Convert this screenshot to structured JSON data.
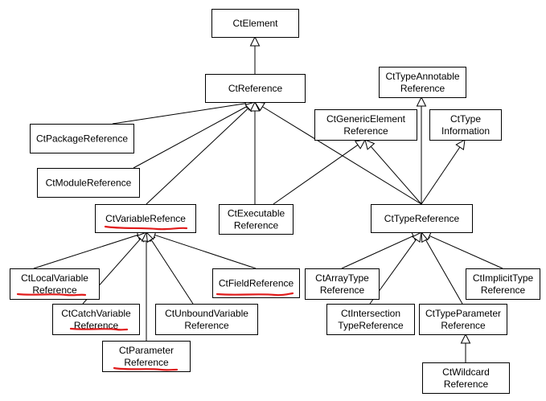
{
  "diagram": {
    "title": "",
    "annotation_color": "#e11b1b",
    "nodes": {
      "ctelement": {
        "lines": [
          "CtElement"
        ]
      },
      "ctreference": {
        "lines": [
          "CtReference"
        ]
      },
      "cttypeannotable": {
        "lines": [
          "CtTypeAnnotable",
          "Reference"
        ]
      },
      "ctgenericelement": {
        "lines": [
          "CtGenericElement",
          "Reference"
        ]
      },
      "cttypeinformation": {
        "lines": [
          "CtType",
          "Information"
        ]
      },
      "ctpackagereference": {
        "lines": [
          "CtPackageReference"
        ]
      },
      "ctmodulereference": {
        "lines": [
          "CtModuleReference"
        ]
      },
      "ctvariablerefence": {
        "lines": [
          "CtVariableRefence"
        ],
        "underlined": true
      },
      "ctexecutablereference": {
        "lines": [
          "CtExecutable",
          "Reference"
        ]
      },
      "cttypereference": {
        "lines": [
          "CtTypeReference"
        ]
      },
      "ctlocalvariablereference": {
        "lines": [
          "CtLocalVariable",
          "Reference"
        ],
        "underlined": true
      },
      "ctfieldreference": {
        "lines": [
          "CtFieldReference"
        ],
        "underlined": true
      },
      "ctcatchvariablereference": {
        "lines": [
          "CtCatchVariable",
          "Reference"
        ],
        "underlined": true
      },
      "ctunboundvariablereference": {
        "lines": [
          "CtUnboundVariable",
          "Reference"
        ]
      },
      "ctparameterreference": {
        "lines": [
          "CtParameter",
          "Reference"
        ],
        "underlined": true
      },
      "ctarraytypereference": {
        "lines": [
          "CtArrayType",
          "Reference"
        ]
      },
      "ctimplicittypereference": {
        "lines": [
          "CtImplicitType",
          "Reference"
        ]
      },
      "ctintersectiontypereference": {
        "lines": [
          "CtIntersection",
          "TypeReference"
        ]
      },
      "cttypeparameterreference": {
        "lines": [
          "CtTypeParameter",
          "Reference"
        ]
      },
      "ctwildcardreference": {
        "lines": [
          "CtWildcard",
          "Reference"
        ]
      }
    },
    "edges": [
      {
        "from": "ctreference",
        "to": "ctelement"
      },
      {
        "from": "ctpackagereference",
        "to": "ctreference"
      },
      {
        "from": "ctmodulereference",
        "to": "ctreference"
      },
      {
        "from": "ctvariablerefence",
        "to": "ctreference"
      },
      {
        "from": "ctexecutablereference",
        "to": "ctreference"
      },
      {
        "from": "cttypereference",
        "to": "ctreference"
      },
      {
        "from": "cttypereference",
        "to": "cttypeannotable"
      },
      {
        "from": "cttypereference",
        "to": "ctgenericelement"
      },
      {
        "from": "ctexecutablereference",
        "to": "ctgenericelement"
      },
      {
        "from": "cttypereference",
        "to": "cttypeinformation"
      },
      {
        "from": "ctlocalvariablereference",
        "to": "ctvariablerefence"
      },
      {
        "from": "ctcatchvariablereference",
        "to": "ctvariablerefence"
      },
      {
        "from": "ctparameterreference",
        "to": "ctvariablerefence"
      },
      {
        "from": "ctunboundvariablereference",
        "to": "ctvariablerefence"
      },
      {
        "from": "ctfieldreference",
        "to": "ctvariablerefence"
      },
      {
        "from": "ctarraytypereference",
        "to": "cttypereference"
      },
      {
        "from": "ctintersectiontypereference",
        "to": "cttypereference"
      },
      {
        "from": "cttypeparameterreference",
        "to": "cttypereference"
      },
      {
        "from": "ctimplicittypereference",
        "to": "cttypereference"
      },
      {
        "from": "ctwildcardreference",
        "to": "cttypeparameterreference"
      }
    ]
  }
}
